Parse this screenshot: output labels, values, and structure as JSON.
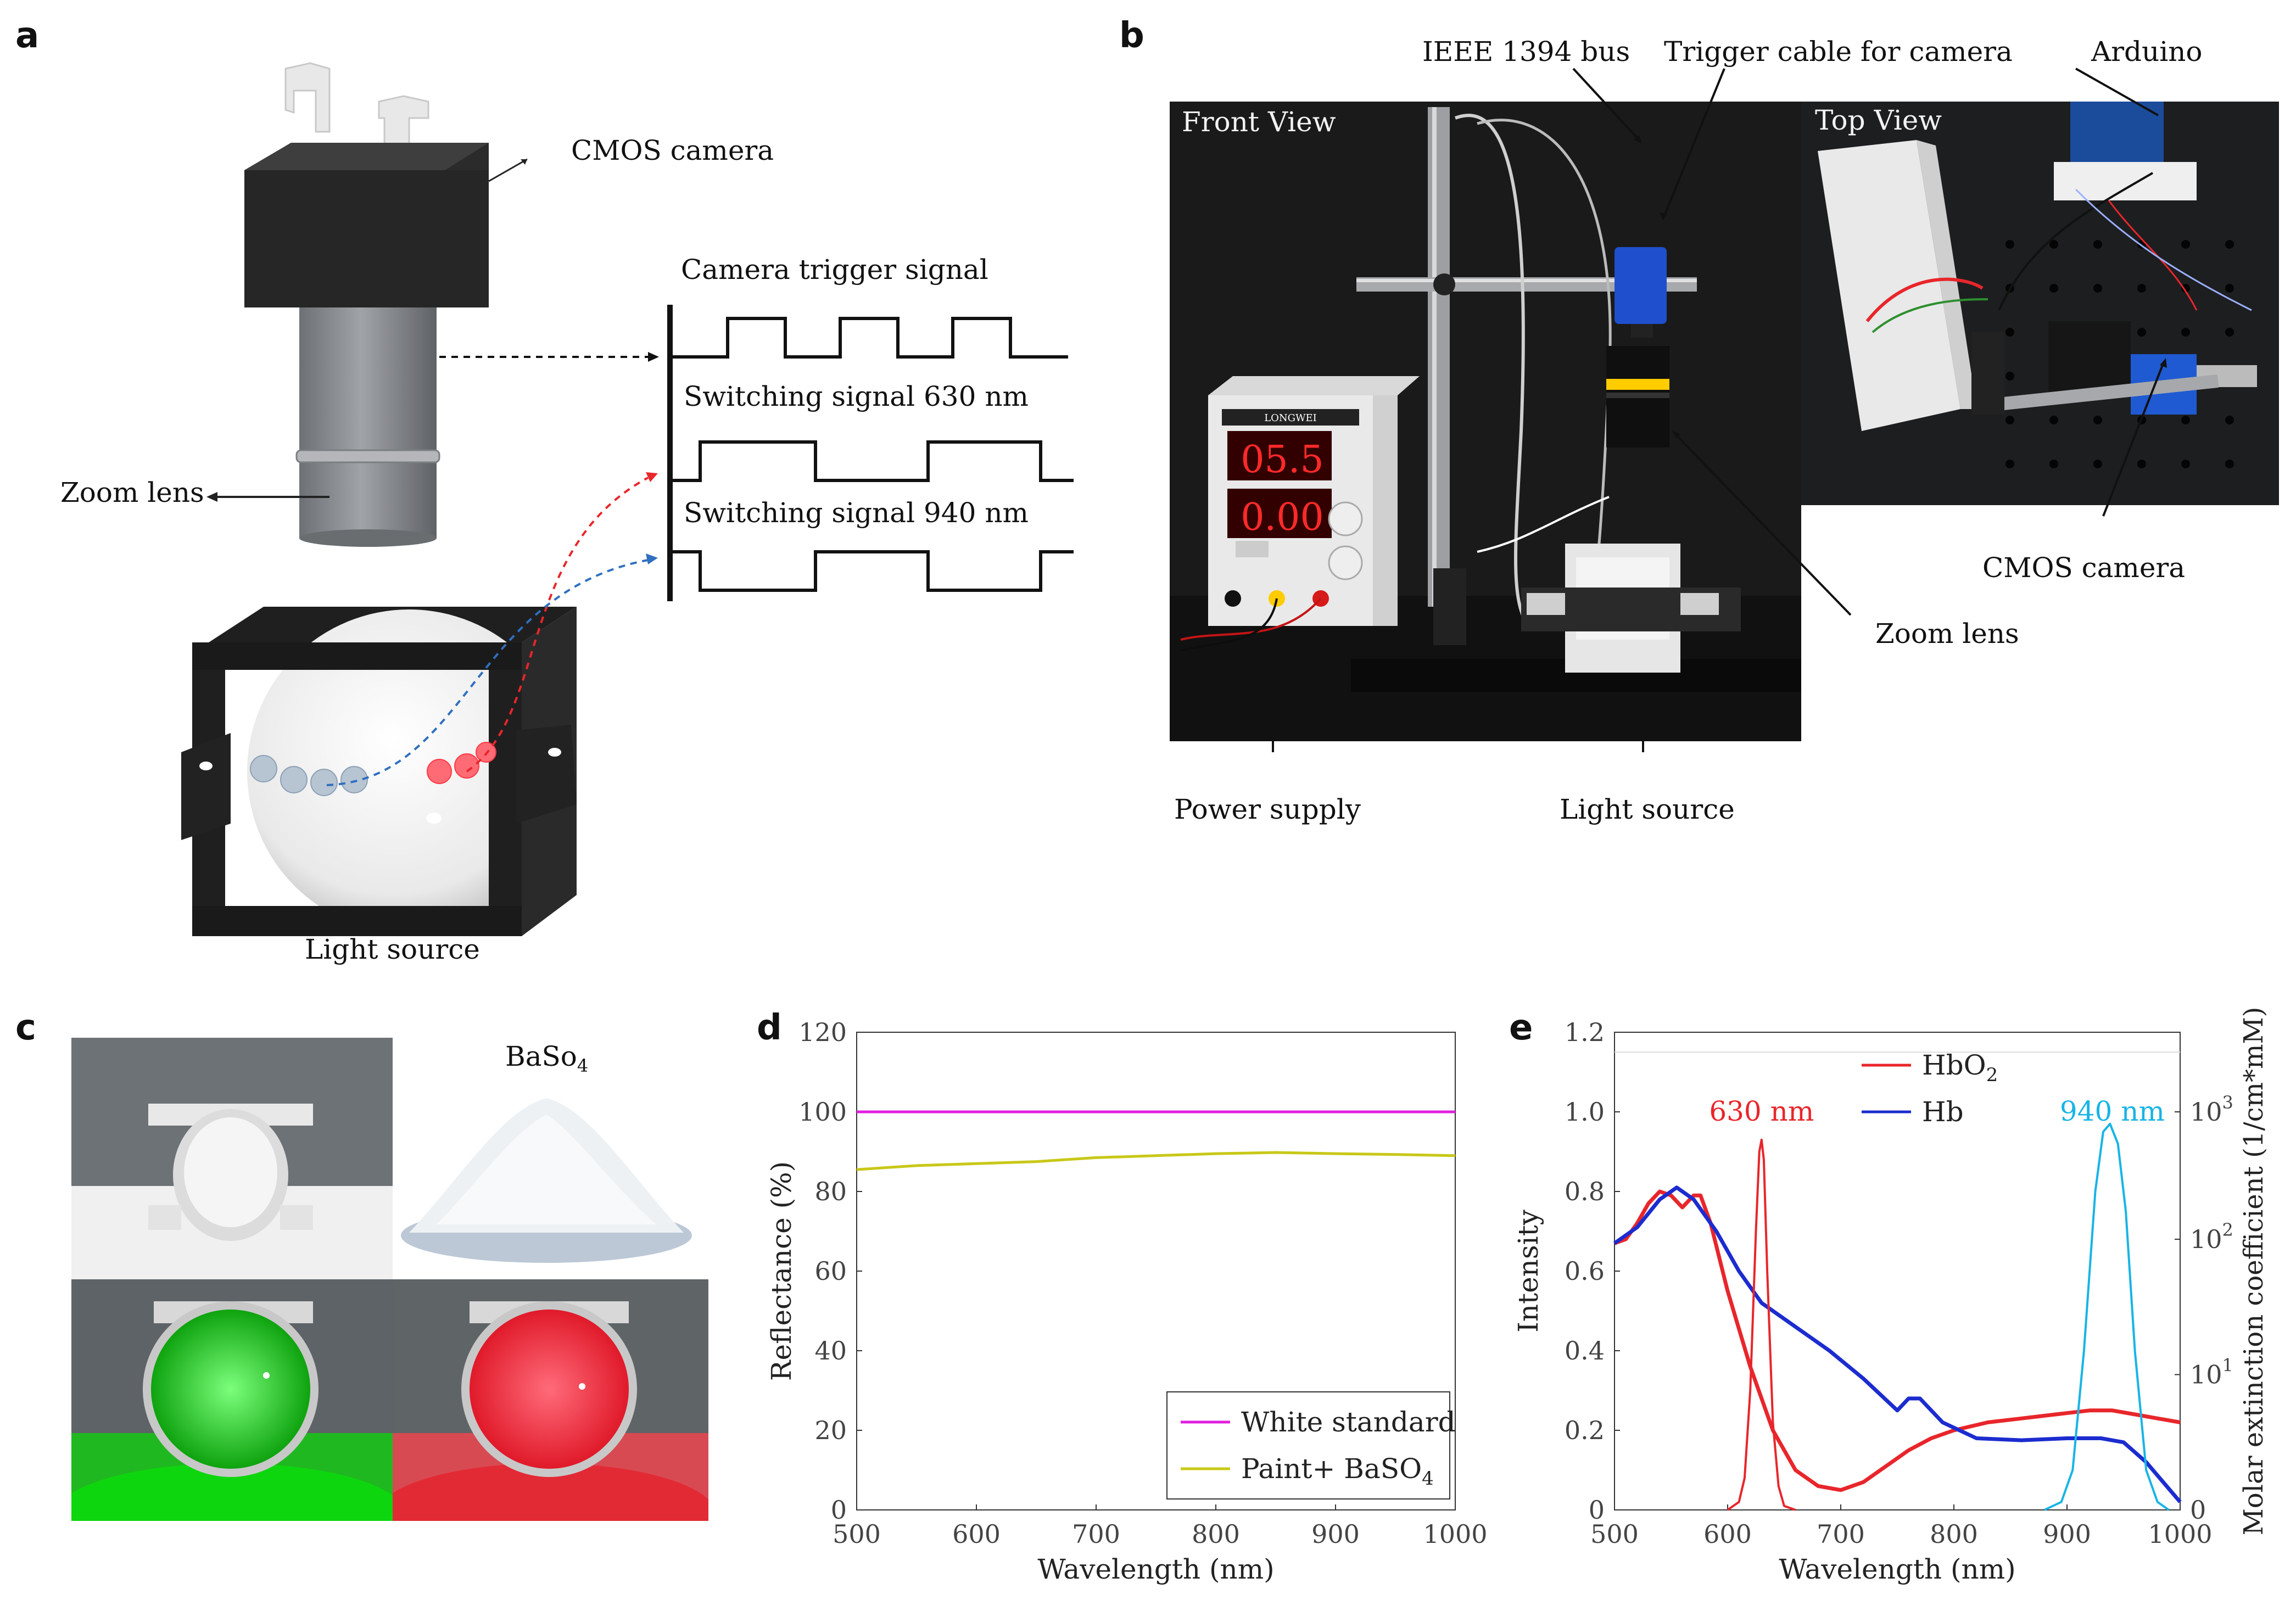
{
  "panel_labels": [
    "a",
    "b",
    "c",
    "d",
    "e"
  ],
  "panel_a": {
    "camera_label": "CMOS camera",
    "zoom_lens_label": "Zoom lens",
    "light_source_label": "Light source",
    "trigger_title": "Camera trigger signal",
    "switch_630_label": "Switching signal 630 nm",
    "switch_940_label": "Switching signal 940 nm",
    "colors": {
      "red_path": "#e8262b",
      "blue_path": "#2f6fbf",
      "camera_body": "#2b2b2b",
      "lens": "#8a8d91"
    }
  },
  "panel_b": {
    "front_view_label": "Front View",
    "top_view_label": "Top View",
    "ieee_label": "IEEE 1394 bus",
    "trigger_cable_label": "Trigger cable for camera",
    "arduino_label": "Arduino",
    "cmos_label": "CMOS camera",
    "zoom_lens_label": "Zoom lens",
    "power_supply_label": "Power supply",
    "light_source_label": "Light source",
    "psu_voltage": "05.5",
    "psu_current": "0.00",
    "psu_brand": "LONGWEI"
  },
  "panel_c": {
    "baso4_label": "BaSo",
    "baso4_sub": "4"
  },
  "chart_data": [
    {
      "panel": "d",
      "type": "line",
      "xlabel": "Wavelength (nm)",
      "ylabel": "Reflectance (%)",
      "xlim": [
        500,
        1000
      ],
      "ylim": [
        0,
        120
      ],
      "xticks": [
        500,
        600,
        700,
        800,
        900,
        1000
      ],
      "yticks": [
        0,
        20,
        40,
        60,
        80,
        100,
        120
      ],
      "legend_position": "bottom-right",
      "series": [
        {
          "name": "White standard",
          "color": "#e020e0",
          "x": [
            500,
            1000
          ],
          "y": [
            100,
            100
          ]
        },
        {
          "name": "Paint+ BaSO",
          "name_sub": "4",
          "color": "#c8c818",
          "x": [
            500,
            550,
            600,
            650,
            700,
            750,
            800,
            850,
            900,
            950,
            1000
          ],
          "y": [
            85.5,
            86.5,
            87.0,
            87.5,
            88.5,
            89.0,
            89.5,
            89.8,
            89.5,
            89.3,
            89.0
          ]
        }
      ]
    },
    {
      "panel": "e",
      "type": "line",
      "xlabel": "Wavelength (nm)",
      "ylabel": "Intensity",
      "ylabel_right": "Molar extinction coefficient (1/cm*mM)",
      "xlim": [
        500,
        1000
      ],
      "ylim": [
        0,
        1.2
      ],
      "xticks": [
        500,
        600,
        700,
        800,
        900,
        1000
      ],
      "yticks": [
        0,
        0.2,
        0.4,
        0.6,
        0.8,
        1.0,
        1.2
      ],
      "ytick_labels": [
        "0",
        "0.2",
        "0.4",
        "0.6",
        "0.8",
        "1.0",
        "1.2"
      ],
      "y2_scale": "log",
      "y2_ticks": [
        {
          "value": 0,
          "base": "0",
          "exp": ""
        },
        {
          "value": 10,
          "base": "10",
          "exp": "1"
        },
        {
          "value": 100,
          "base": "10",
          "exp": "2"
        },
        {
          "value": 1000,
          "base": "10",
          "exp": "3"
        }
      ],
      "y2_ticks_intensity_equivalent": [
        0,
        0.34,
        0.68,
        1.0
      ],
      "annotations": [
        {
          "text": "630 nm",
          "color": "#e8262b",
          "x": 630,
          "y": 1.0
        },
        {
          "text": "940 nm",
          "color": "#18b4e6",
          "x": 940,
          "y": 1.0
        }
      ],
      "legend_position": "top-center",
      "series": [
        {
          "name": "HbO",
          "name_sub": "2",
          "color": "#e8262b",
          "x": [
            500,
            510,
            520,
            530,
            540,
            550,
            560,
            570,
            576,
            585,
            600,
            620,
            640,
            660,
            680,
            700,
            720,
            740,
            760,
            780,
            800,
            830,
            860,
            890,
            920,
            940,
            960,
            980,
            1000
          ],
          "y": [
            0.67,
            0.68,
            0.72,
            0.77,
            0.8,
            0.79,
            0.76,
            0.79,
            0.79,
            0.72,
            0.55,
            0.36,
            0.2,
            0.1,
            0.06,
            0.05,
            0.07,
            0.11,
            0.15,
            0.18,
            0.2,
            0.22,
            0.23,
            0.24,
            0.25,
            0.25,
            0.24,
            0.23,
            0.22
          ]
        },
        {
          "name": "Hb",
          "color": "#1c2ccf",
          "x": [
            500,
            520,
            540,
            555,
            570,
            590,
            610,
            630,
            660,
            690,
            720,
            750,
            760,
            770,
            790,
            820,
            860,
            900,
            930,
            950,
            970,
            985,
            1000
          ],
          "y": [
            0.67,
            0.71,
            0.78,
            0.81,
            0.78,
            0.7,
            0.6,
            0.52,
            0.46,
            0.4,
            0.33,
            0.25,
            0.28,
            0.28,
            0.22,
            0.18,
            0.175,
            0.18,
            0.18,
            0.17,
            0.12,
            0.07,
            0.02
          ]
        },
        {
          "name": "630 nm LED",
          "color": "#e8262b",
          "x": [
            600,
            610,
            615,
            620,
            625,
            628,
            630,
            632,
            635,
            640,
            645,
            650,
            660
          ],
          "y": [
            0.0,
            0.02,
            0.08,
            0.3,
            0.7,
            0.9,
            0.93,
            0.88,
            0.6,
            0.22,
            0.06,
            0.01,
            0.0
          ]
        },
        {
          "name": "940 nm LED",
          "color": "#18b4e6",
          "x": [
            880,
            895,
            905,
            915,
            925,
            932,
            938,
            945,
            952,
            960,
            970,
            980,
            990
          ],
          "y": [
            0.0,
            0.02,
            0.1,
            0.4,
            0.8,
            0.95,
            0.97,
            0.92,
            0.75,
            0.4,
            0.1,
            0.02,
            0.0
          ]
        }
      ]
    }
  ]
}
